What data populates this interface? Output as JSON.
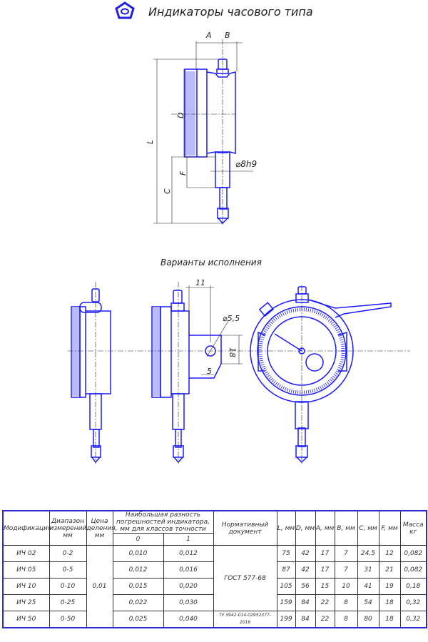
{
  "title": "Индикаторы часового типа",
  "logo": {
    "icon": "manufacturer-pentagon-logo",
    "color": "#2020e0"
  },
  "colors": {
    "outline": "#1a1aff",
    "dim": "#222222"
  },
  "main_view": {
    "labels": {
      "A": "A",
      "B": "B",
      "D": "D",
      "L": "L",
      "C": "C",
      "F": "F",
      "stem": "⌀8h9"
    }
  },
  "variants": {
    "caption": "Варианты исполнения",
    "labels": {
      "w11": "11",
      "hole": "⌀5,5",
      "h18": "18",
      "w5": "5"
    }
  },
  "table": {
    "headers": {
      "mod": "Модификация",
      "range": "Диапазон измерений, мм",
      "div": "Цена деления, мм",
      "err": "Наибольшая разность погрешностей индикатора, мм для классов точности",
      "cls0": "0",
      "cls1": "1",
      "doc": "Нормативный документ",
      "L": "L, мм",
      "D": "D, мм",
      "A": "A, мм",
      "B": "B, мм",
      "C": "C, мм",
      "F": "F, мм",
      "mass": "Масса кг"
    },
    "division": "0,01",
    "doc_gost": "ГОСТ 577-68",
    "rows": [
      {
        "mod": "ИЧ 02",
        "range": "0-2",
        "e0": "0,010",
        "e1": "0,012",
        "L": "75",
        "D": "42",
        "A": "17",
        "B": "7",
        "C": "24,5",
        "F": "12",
        "mass": "0,082"
      },
      {
        "mod": "ИЧ 05",
        "range": "0-5",
        "e0": "0,012",
        "e1": "0,016",
        "L": "87",
        "D": "42",
        "A": "17",
        "B": "7",
        "C": "31",
        "F": "21",
        "mass": "0,082"
      },
      {
        "mod": "ИЧ 10",
        "range": "0-10",
        "e0": "0,015",
        "e1": "0,020",
        "L": "105",
        "D": "56",
        "A": "15",
        "B": "10",
        "C": "41",
        "F": "19",
        "mass": "0,18"
      },
      {
        "mod": "ИЧ 25",
        "range": "0-25",
        "e0": "0,022",
        "e1": "0,030",
        "L": "159",
        "D": "84",
        "A": "22",
        "B": "8",
        "C": "54",
        "F": "18",
        "mass": "0,32"
      },
      {
        "mod": "ИЧ 50",
        "range": "0-50",
        "e0": "0,025",
        "e1": "0,040",
        "doc": "ТУ 3942-014-02952377-2016",
        "L": "199",
        "D": "84",
        "A": "22",
        "B": "8",
        "C": "80",
        "F": "18",
        "mass": "0,32"
      }
    ]
  }
}
